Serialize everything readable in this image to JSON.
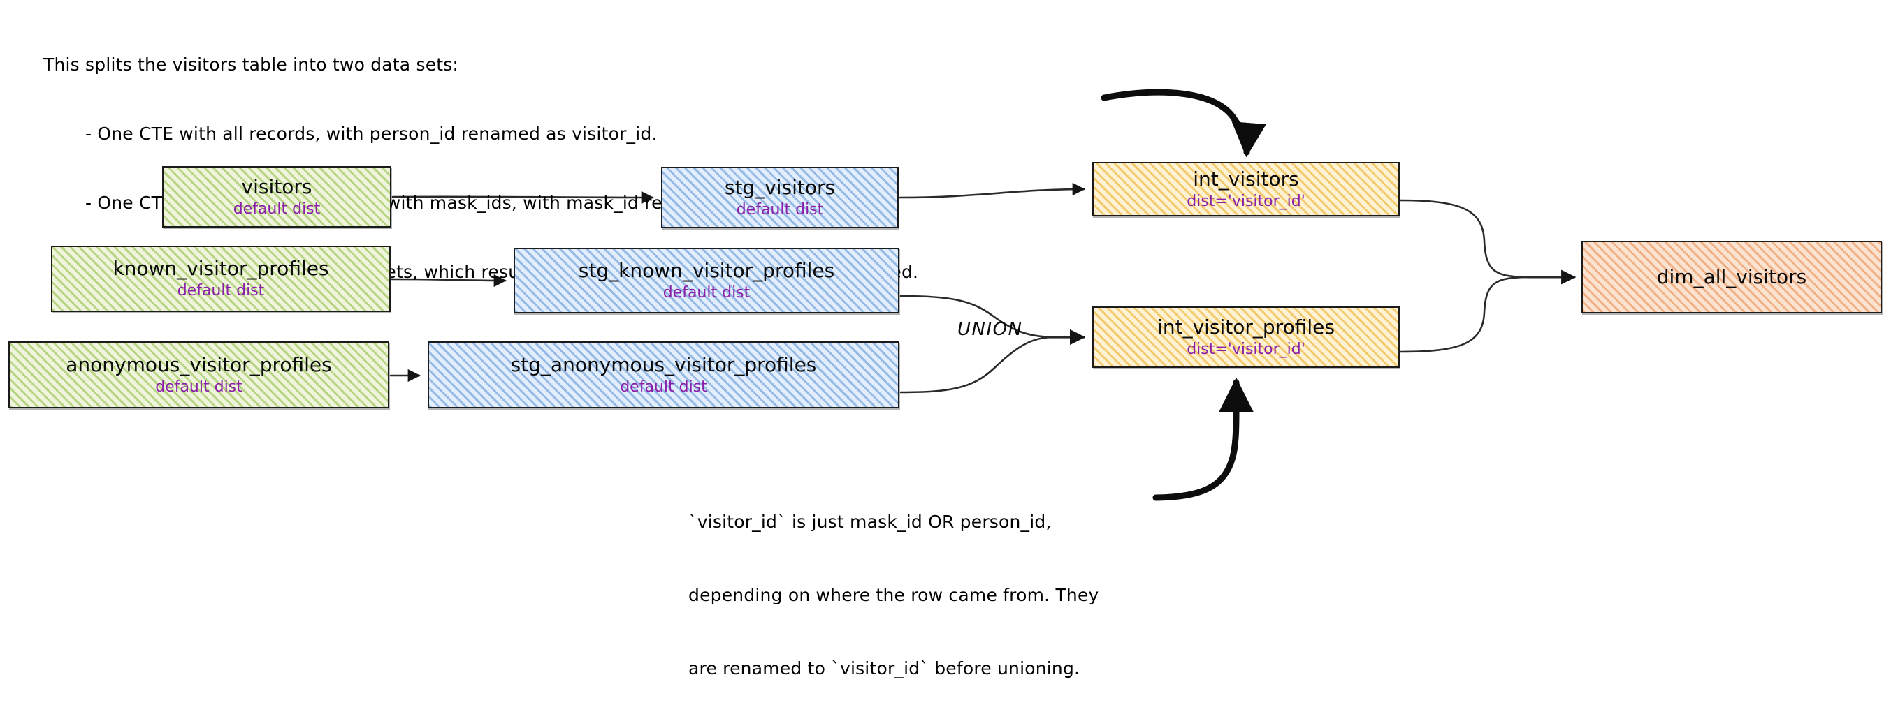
{
  "header_note": {
    "lead": "This splits the visitors table into two data sets:",
    "bullets": [
      "- One CTE with all records, with person_id renamed as visitor_id.",
      "- One CTE filtered to only records with mask_ids, with mask_id renamed as visitor_id",
      "- One CTE to union the two data sets, which results in a grain of one row per profile collected."
    ]
  },
  "footer_note": {
    "lines": [
      "`visitor_id` is just mask_id OR person_id,",
      "depending on where the row came from. They",
      "are renamed to `visitor_id` before unioning."
    ]
  },
  "edge_labels": {
    "union": "UNION"
  },
  "colors": {
    "source_fill": "#eef5dc",
    "source_hatch": "#8cba3c",
    "staging_fill": "#e2eefb",
    "staging_hatch": "#4a86cd",
    "intermediate_fill": "#fdf2d4",
    "intermediate_hatch": "#edb330",
    "mart_fill": "#fbe3d2",
    "mart_hatch": "#e88848",
    "subtitle_text": "#8b1fa9",
    "title_text": "#0a0a0a",
    "stroke": "#1b1b1b"
  },
  "nodes": {
    "visitors": {
      "title": "visitors",
      "subtitle": "default dist"
    },
    "known": {
      "title": "known_visitor_profiles",
      "subtitle": "default dist"
    },
    "anonymous": {
      "title": "anonymous_visitor_profiles",
      "subtitle": "default dist"
    },
    "stg_visitors": {
      "title": "stg_visitors",
      "subtitle": "default dist"
    },
    "stg_known": {
      "title": "stg_known_visitor_profiles",
      "subtitle": "default dist"
    },
    "stg_anonymous": {
      "title": "stg_anonymous_visitor_profiles",
      "subtitle": "default dist"
    },
    "int_visitors": {
      "title": "int_visitors",
      "subtitle": "dist='visitor_id'"
    },
    "int_visitor_profiles": {
      "title": "int_visitor_profiles",
      "subtitle": "dist='visitor_id'"
    },
    "dim_all_visitors": {
      "title": "dim_all_visitors",
      "subtitle": ""
    }
  }
}
